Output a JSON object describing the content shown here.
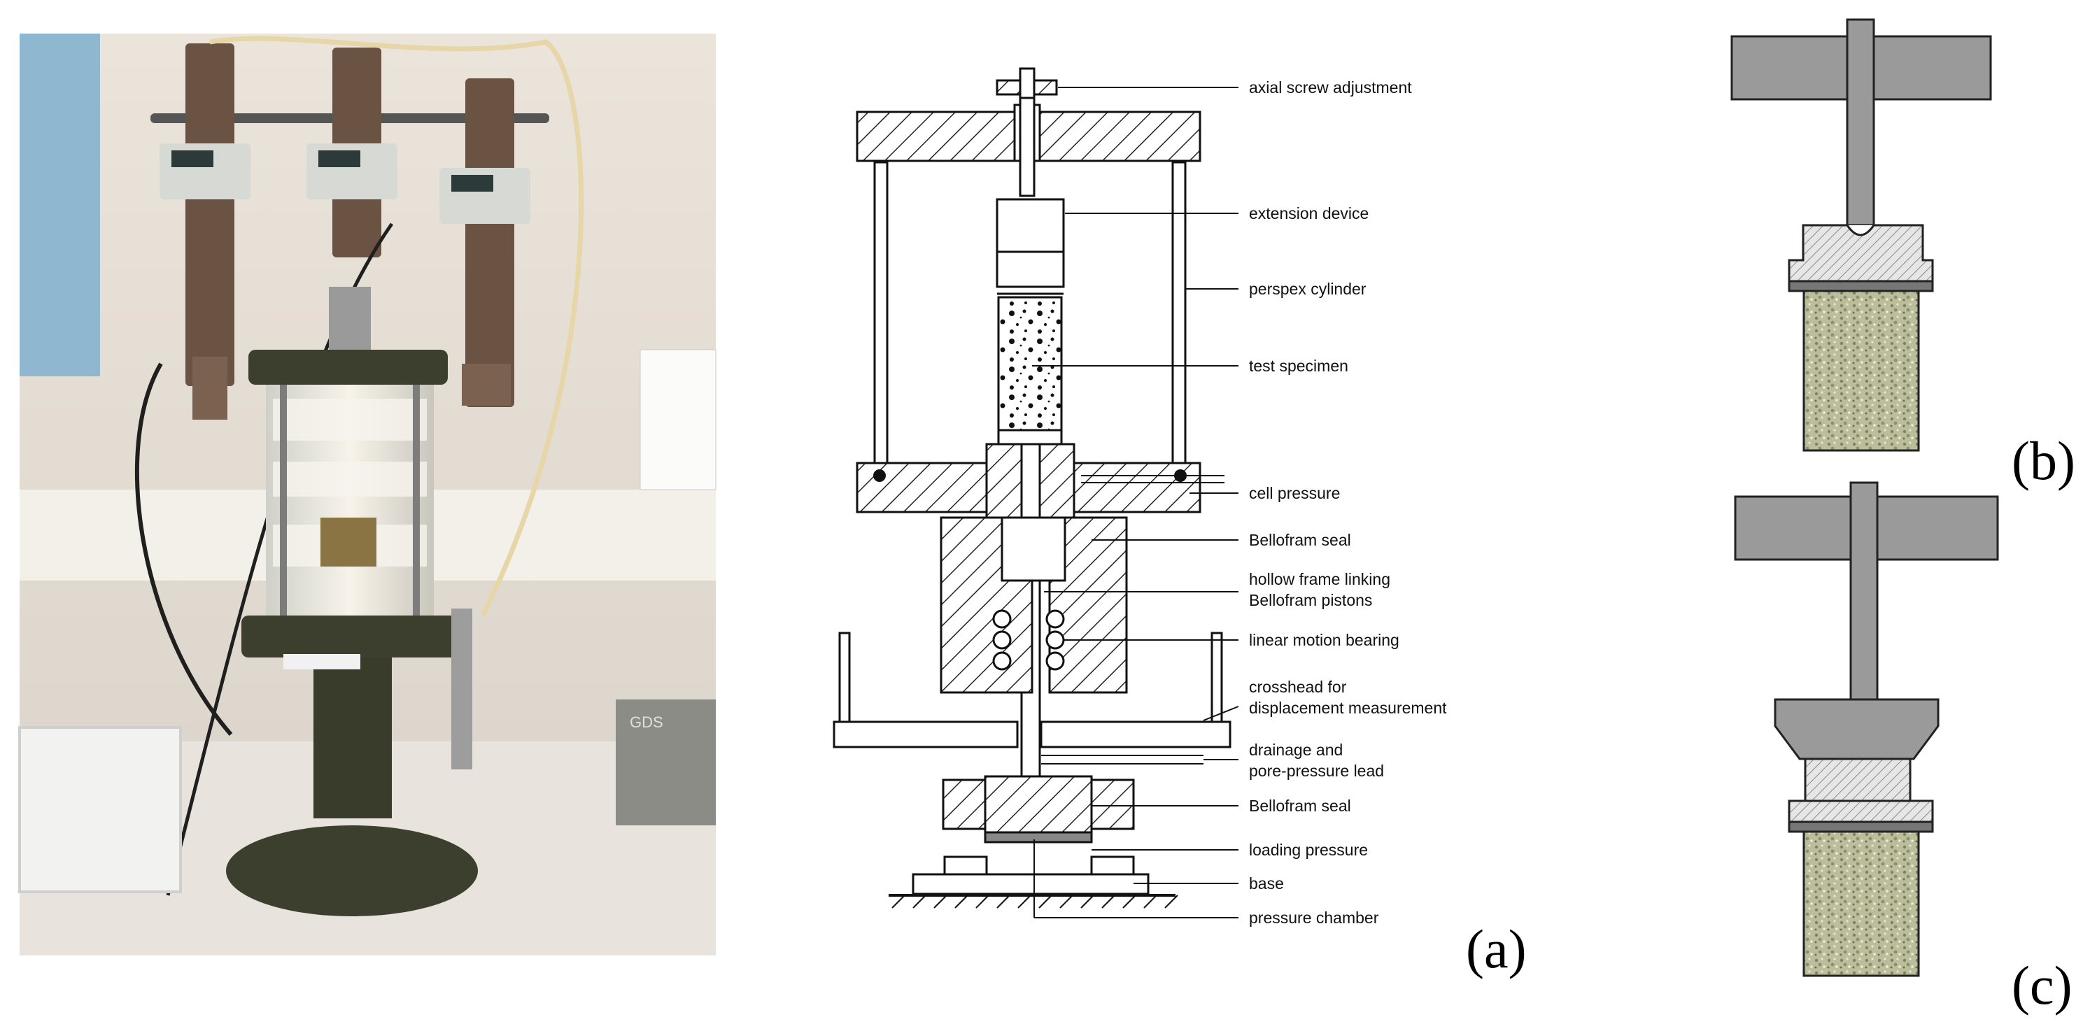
{
  "panels": {
    "a": {
      "label": "(a)"
    },
    "b": {
      "label": "(b)"
    },
    "c": {
      "label": "(c)"
    }
  },
  "schematic": {
    "callouts": [
      "axial screw adjustment",
      "extension device",
      "perspex cylinder",
      "test specimen",
      "cell pressure",
      "Bellofram seal",
      "hollow frame linking",
      "Bellofram pistons",
      "linear motion bearing",
      "crosshead for",
      "displacement measurement",
      "drainage and",
      "pore-pressure lead",
      "Bellofram seal",
      "loading pressure",
      "base",
      "pressure chamber"
    ]
  },
  "photo": {
    "bench_device_label": "GDS"
  },
  "colors": {
    "ink": "#111111",
    "hatch": "#222222",
    "platen_gray": "#9a9a9a",
    "platen_light": "#e4e4e4",
    "soil": "#bfbf9e",
    "cell_dark": "#3d3f2e",
    "wall": "#ece5dc"
  }
}
